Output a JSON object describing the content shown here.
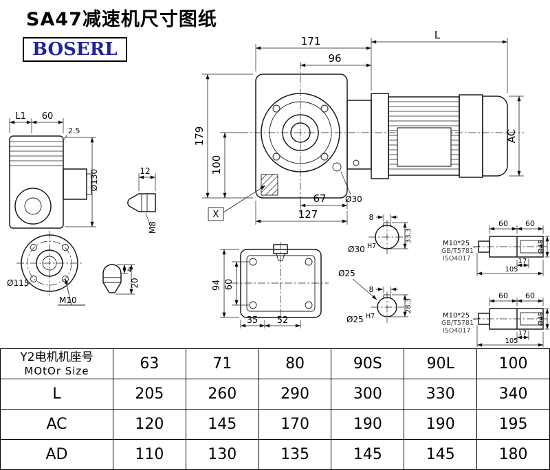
{
  "page": {
    "title": "SA47减速机尺寸图纸",
    "logo": "BOSERL"
  },
  "front_view": {
    "dim_width_gearbox": "171",
    "dim_motor_length": "L",
    "dim_flange_to_motor": "96",
    "dim_height_total": "179",
    "dim_center_height": "100",
    "dim_motor_dia": "AC",
    "dim_shaft_to_edge": "67",
    "dim_base_width": "127",
    "label_shaft_dia": "Ø30",
    "label_plug": "X"
  },
  "side_view": {
    "dim_l1": "L1",
    "dim_width": "60",
    "dim_step": "2.5",
    "label_flange_dia": "Ø130"
  },
  "grease_fitting_side": {
    "dim_length": "12",
    "label_thread": "M8"
  },
  "flange_view": {
    "label_bolt_circle": "Ø115",
    "label_thread": "M10"
  },
  "grease_fitting_bottom": {
    "dim_tip": "4",
    "dim_length": "20"
  },
  "bottom_view": {
    "dim_depth": "94",
    "dim_hole_spacing": "60",
    "dim_offset_a": "35",
    "dim_offset_b": "52"
  },
  "shaft_section_30": {
    "dim_key_width": "8",
    "dim_key_height": "33.3",
    "label_dia": "Ø30",
    "label_tolerance": "H7"
  },
  "shaft_section_25": {
    "label_dia_callout": "Ø25",
    "dim_key_width": "8",
    "dim_key_height": "28.3",
    "label_dia": "Ø25",
    "label_tolerance": "H7"
  },
  "shaft_end_top": {
    "dim_len_a": "60",
    "dim_len_b": "60",
    "label_bolt": "M10*25",
    "label_std_gb": "GB/T5781",
    "label_std_iso": "ISO4017",
    "dim_key_len": "17",
    "dim_total": "105",
    "label_dia": "Ø45"
  },
  "shaft_end_bottom": {
    "dim_len_a": "60",
    "dim_len_b": "60",
    "label_bolt": "M10*25",
    "label_std_gb": "GB/T5781",
    "label_std_iso": "ISO4017",
    "dim_key_len": "17",
    "dim_total": "105",
    "label_dia": "Ø45"
  },
  "table": {
    "header": {
      "cn": "Y2电机机座号",
      "en": "MOtOr Size"
    },
    "sizes": [
      "63",
      "71",
      "80",
      "90S",
      "90L",
      "100"
    ],
    "rows": [
      {
        "label": "L",
        "values": [
          "205",
          "260",
          "290",
          "300",
          "330",
          "340"
        ]
      },
      {
        "label": "AC",
        "values": [
          "120",
          "145",
          "170",
          "190",
          "190",
          "195"
        ]
      },
      {
        "label": "AD",
        "values": [
          "110",
          "130",
          "135",
          "145",
          "145",
          "180"
        ]
      }
    ]
  }
}
